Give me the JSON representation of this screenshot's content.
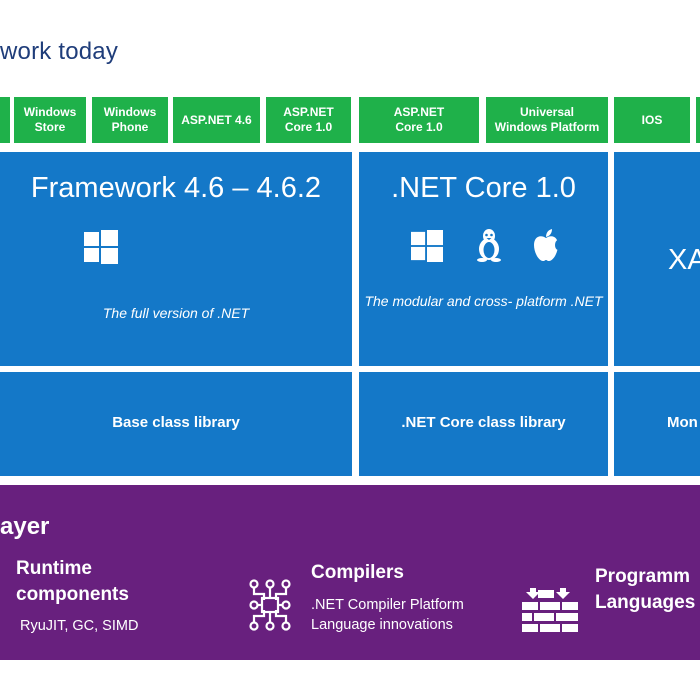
{
  "header": {
    "title": "work today"
  },
  "app_models": [
    {
      "label": ""
    },
    {
      "label": "Windows\nStore"
    },
    {
      "label": "Windows\nPhone"
    },
    {
      "label": "ASP.NET 4.6"
    },
    {
      "label": "ASP.NET\nCore 1.0"
    },
    {
      "label": "ASP.NET\nCore 1.0"
    },
    {
      "label": "Universal\nWindows Platform"
    },
    {
      "label": "IOS"
    },
    {
      "label": ""
    }
  ],
  "framework_panel": {
    "title": "Framework 4.6 – 4.6.2",
    "description": "The full version of .NET",
    "library": "Base class library",
    "icons": [
      "windows-logo-icon"
    ]
  },
  "core_panel": {
    "title": ".NET Core 1.0",
    "description": "The modular and cross-\nplatform .NET",
    "library": ".NET Core class library",
    "icons": [
      "windows-logo-icon",
      "linux-penguin-icon",
      "apple-logo-icon"
    ]
  },
  "xamarin_panel": {
    "title": "XA",
    "library": "Mon"
  },
  "common_layer": {
    "title": "ayer",
    "runtime": {
      "heading": "Runtime\ncomponents",
      "detail": "RyuJIT, GC, SIMD"
    },
    "compilers": {
      "heading": "Compilers",
      "detail1": ".NET Compiler Platform",
      "detail2": "Language innovations",
      "icon": "circuit-icon"
    },
    "languages": {
      "heading": "Programm\nLanguages",
      "icon": "bricks-icon"
    }
  },
  "colors": {
    "title_blue": "#1f3d7a",
    "tag_green": "#1fb14a",
    "panel_blue": "#1478c8",
    "layer_purple": "#68207e"
  }
}
